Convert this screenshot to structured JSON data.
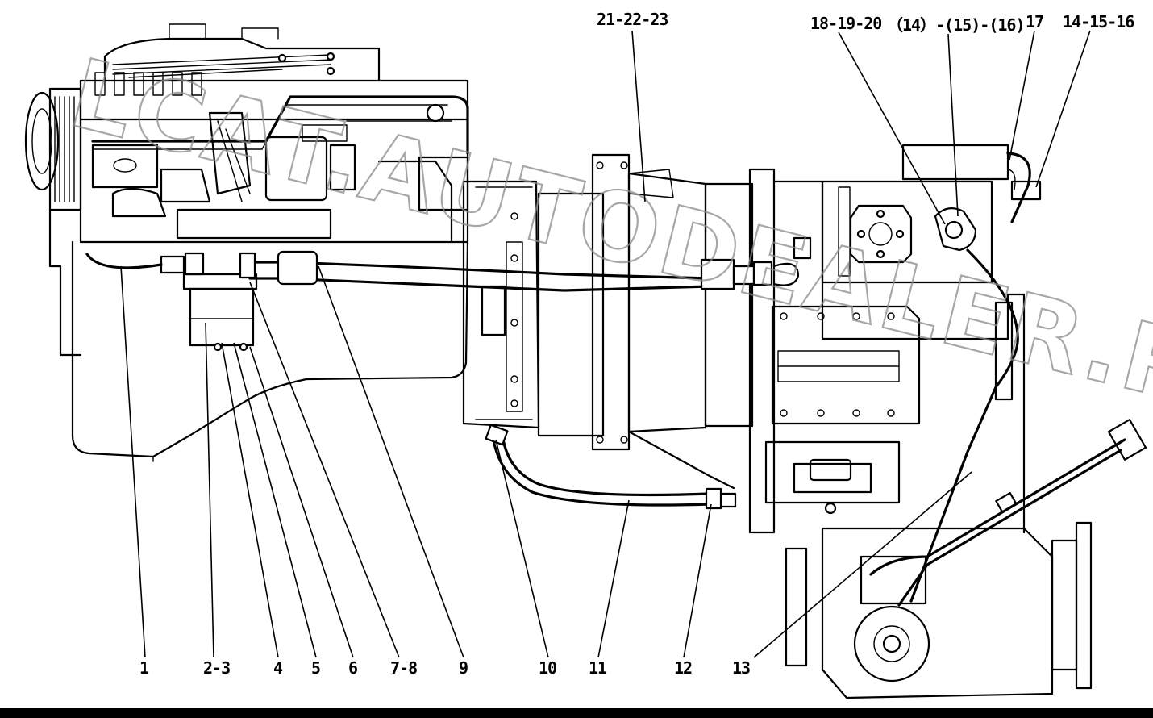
{
  "watermark": {
    "text": "LCAT.AUTODEALER.RU",
    "color": "#8a8a8a"
  },
  "callouts": [
    {
      "id": "c1",
      "label": "1"
    },
    {
      "id": "c2",
      "label": "2-3"
    },
    {
      "id": "c3",
      "label": "4"
    },
    {
      "id": "c4",
      "label": "5"
    },
    {
      "id": "c5",
      "label": "6"
    },
    {
      "id": "c6",
      "label": "7-8"
    },
    {
      "id": "c7",
      "label": "9"
    },
    {
      "id": "c8",
      "label": "10"
    },
    {
      "id": "c9",
      "label": "11"
    },
    {
      "id": "c10",
      "label": "12"
    },
    {
      "id": "c11",
      "label": "13"
    },
    {
      "id": "c12",
      "label": "21-22-23"
    },
    {
      "id": "c13",
      "label": "18-19-20"
    },
    {
      "id": "c14",
      "label": "（14）-(15)-(16)"
    },
    {
      "id": "c15",
      "label": "17"
    },
    {
      "id": "c16",
      "label": "14-15-16"
    }
  ],
  "colors": {
    "line": "#000000",
    "background": "#ffffff",
    "bottom_bar": "#000000"
  }
}
